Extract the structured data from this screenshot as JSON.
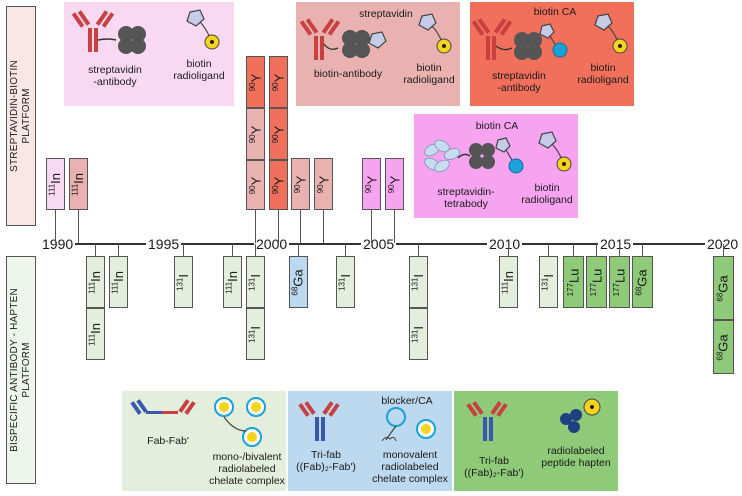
{
  "sidebar": {
    "top_label_line1": "STREPTAVIDIN-BIOTIN",
    "top_label_line2": "PLATFORM",
    "bottom_label_line1": "BISPECIFIC ANTIBODY - HAPTEN",
    "bottom_label_line2": "PLATFORM"
  },
  "timeline": {
    "years": [
      "1990",
      "1995",
      "2000",
      "2005",
      "2010",
      "2015",
      "2020"
    ]
  },
  "panels_top": {
    "p1": {
      "label1": "streptavidin",
      "label1b": "-antibody",
      "label2": "biotin",
      "label2b": "radioligand"
    },
    "p2": {
      "header": "streptavidin",
      "label1": "biotin-antibody",
      "label2": "biotin",
      "label2b": "radioligand"
    },
    "p3": {
      "header": "biotin CA",
      "label1": "streptavidin",
      "label1b": "-antibody",
      "label2": "biotin",
      "label2b": "radioligand"
    },
    "p4": {
      "header": "biotin CA",
      "label1": "streptavidin-",
      "label1b": "tetrabody",
      "label2": "biotin",
      "label2b": "radioligand"
    }
  },
  "panels_bottom": {
    "p1": {
      "label1": "Fab-Fab'",
      "label2": "mono-/bivalent",
      "label2b": "radiolabeled",
      "label2c": "chelate complex"
    },
    "p2": {
      "header": "blocker/CA",
      "label1": "Tri-fab",
      "label1b": "((Fab)₂-Fab')",
      "label2": "monovalent",
      "label2b": "radiolabeled",
      "label2c": "chelate complex"
    },
    "p3": {
      "label1": "Tri-fab",
      "label1b": "((Fab)₂-Fab')",
      "label2": "radiolabeled",
      "label2b": "peptide hapten"
    }
  },
  "isotopes": {
    "in": {
      "mass": "111",
      "sym": "In"
    },
    "y": {
      "mass": "90",
      "sym": "Y"
    },
    "i": {
      "mass": "131",
      "sym": "I"
    },
    "ga": {
      "mass": "68",
      "sym": "Ga"
    },
    "lu": {
      "mass": "177",
      "sym": "Lu"
    }
  },
  "colors": {
    "pink_light": "#f9d9f1",
    "rose_light": "#e9b2b0",
    "salmon": "#f0705c",
    "magenta_light": "#f6a3f0",
    "green_pale": "#e3efdc",
    "green_mid": "#8fca78",
    "blue_light": "#bcd9ef",
    "antibody_red": "#c84040",
    "antibody_blue": "#3a58b0",
    "streptavidin_grey": "#555555",
    "biotin_blue": "#8a96c8",
    "radio_yellow": "#f7d31c",
    "sphere_blue": "#1aa3d9"
  }
}
